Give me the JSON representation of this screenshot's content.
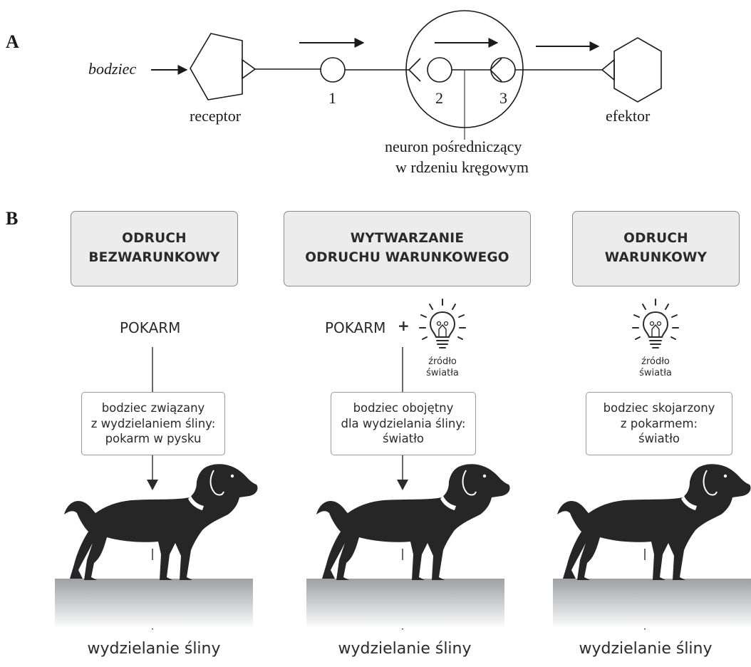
{
  "panel_a": {
    "letter": "A",
    "stimulus_label": "bodziec",
    "receptor_label": "receptor",
    "effector_label": "efektor",
    "neuron_numbers": [
      "1",
      "2",
      "3"
    ],
    "interneuron_label_line1": "neuron pośredniczący",
    "interneuron_label_line2": "w rdzeniu kręgowym"
  },
  "panel_b": {
    "letter": "B",
    "columns": [
      {
        "header": "ODRUCH\nBEZWARUNKOWY",
        "food": "POKARM",
        "stimulus": "bodziec związany\nz wydzielaniem śliny:\npokarm w pysku",
        "result": "wydzielanie śliny"
      },
      {
        "header": "WYTWARZANIE\nODRUCHU WARUNKOWEGO",
        "food": "POKARM",
        "plus": "+",
        "light_source": "źródło\nświatła",
        "stimulus": "bodziec obojętny\ndla wydzielania śliny:\nświatło",
        "result": "wydzielanie śliny"
      },
      {
        "header": "ODRUCH\nWARUNKOWY",
        "light_source": "źródło\nświatła",
        "stimulus": "bodziec skojarzony\nz pokarmem:\nświatło",
        "result": "wydzielanie śliny"
      }
    ]
  },
  "icons": [
    "arrow-icon",
    "light-bulb-icon",
    "dog-icon"
  ],
  "colors": {
    "header_fill": "#ececec",
    "dog": "#262626",
    "floor": "#9ea0a3"
  }
}
